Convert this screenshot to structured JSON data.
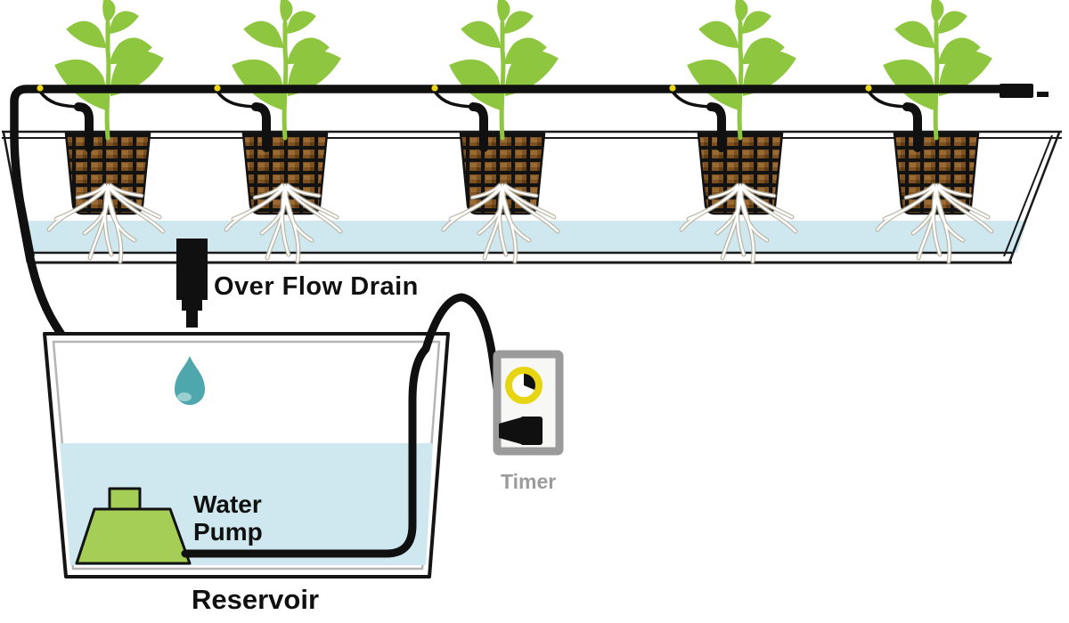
{
  "diagram": {
    "labels": {
      "overflow_drain": "Over Flow Drain",
      "water_pump_line1": "Water",
      "water_pump_line2": "Pump",
      "reservoir": "Reservoir",
      "timer": "Timer"
    },
    "counts": {
      "plants": 5,
      "net_pots": 5,
      "drip_emitters": 5
    },
    "icons": {
      "timer_clock": "quarter-filled-clock-dial",
      "water_drop": "teardrop",
      "power_plug": "cord-plug"
    },
    "colors": {
      "leaf_green": "#8FC640",
      "pump_green": "#A5CE56",
      "water_blue": "#CFE8EF",
      "emitter_yellow": "#ECD613",
      "timer_ring_yellow": "#E7D512",
      "timer_gray": "#9B9B9B",
      "drop_teal": "#4EA7AD",
      "media_brown": "#7D5122",
      "tube_black": "#101010"
    }
  }
}
